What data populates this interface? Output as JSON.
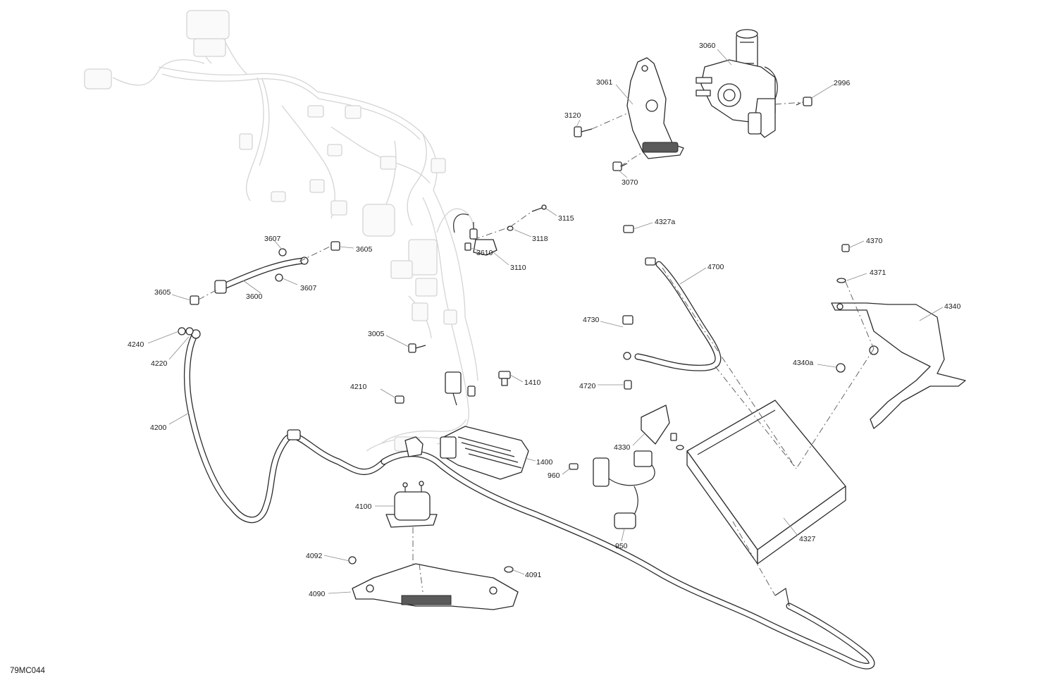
{
  "figure_code": "79MC044",
  "callouts": [
    {
      "id": "c2996",
      "label": "2996"
    },
    {
      "id": "c3060",
      "label": "3060"
    },
    {
      "id": "c3061",
      "label": "3061"
    },
    {
      "id": "c3120",
      "label": "3120"
    },
    {
      "id": "c3070",
      "label": "3070"
    },
    {
      "id": "c3115",
      "label": "3115"
    },
    {
      "id": "c3118",
      "label": "3118"
    },
    {
      "id": "c3110",
      "label": "3110"
    },
    {
      "id": "c3610",
      "label": "3610"
    },
    {
      "id": "c3607a",
      "label": "3607"
    },
    {
      "id": "c3605a",
      "label": "3605"
    },
    {
      "id": "c3607b",
      "label": "3607"
    },
    {
      "id": "c3600",
      "label": "3600"
    },
    {
      "id": "c3605b",
      "label": "3605"
    },
    {
      "id": "c3005",
      "label": "3005"
    },
    {
      "id": "c4240",
      "label": "4240"
    },
    {
      "id": "c4220",
      "label": "4220"
    },
    {
      "id": "c4200",
      "label": "4200"
    },
    {
      "id": "c4210",
      "label": "4210"
    },
    {
      "id": "c1410",
      "label": "1410"
    },
    {
      "id": "c1400",
      "label": "1400"
    },
    {
      "id": "c960",
      "label": "960"
    },
    {
      "id": "c950",
      "label": "950"
    },
    {
      "id": "c4100",
      "label": "4100"
    },
    {
      "id": "c4092",
      "label": "4092"
    },
    {
      "id": "c4090",
      "label": "4090"
    },
    {
      "id": "c4091",
      "label": "4091"
    },
    {
      "id": "c4327a",
      "label": "4327a"
    },
    {
      "id": "c4700",
      "label": "4700"
    },
    {
      "id": "c4730",
      "label": "4730"
    },
    {
      "id": "c4720",
      "label": "4720"
    },
    {
      "id": "c4330",
      "label": "4330"
    },
    {
      "id": "c4327",
      "label": "4327"
    },
    {
      "id": "c4370",
      "label": "4370"
    },
    {
      "id": "c4371",
      "label": "4371"
    },
    {
      "id": "c4340",
      "label": "4340"
    },
    {
      "id": "c4340a",
      "label": "4340a"
    }
  ]
}
